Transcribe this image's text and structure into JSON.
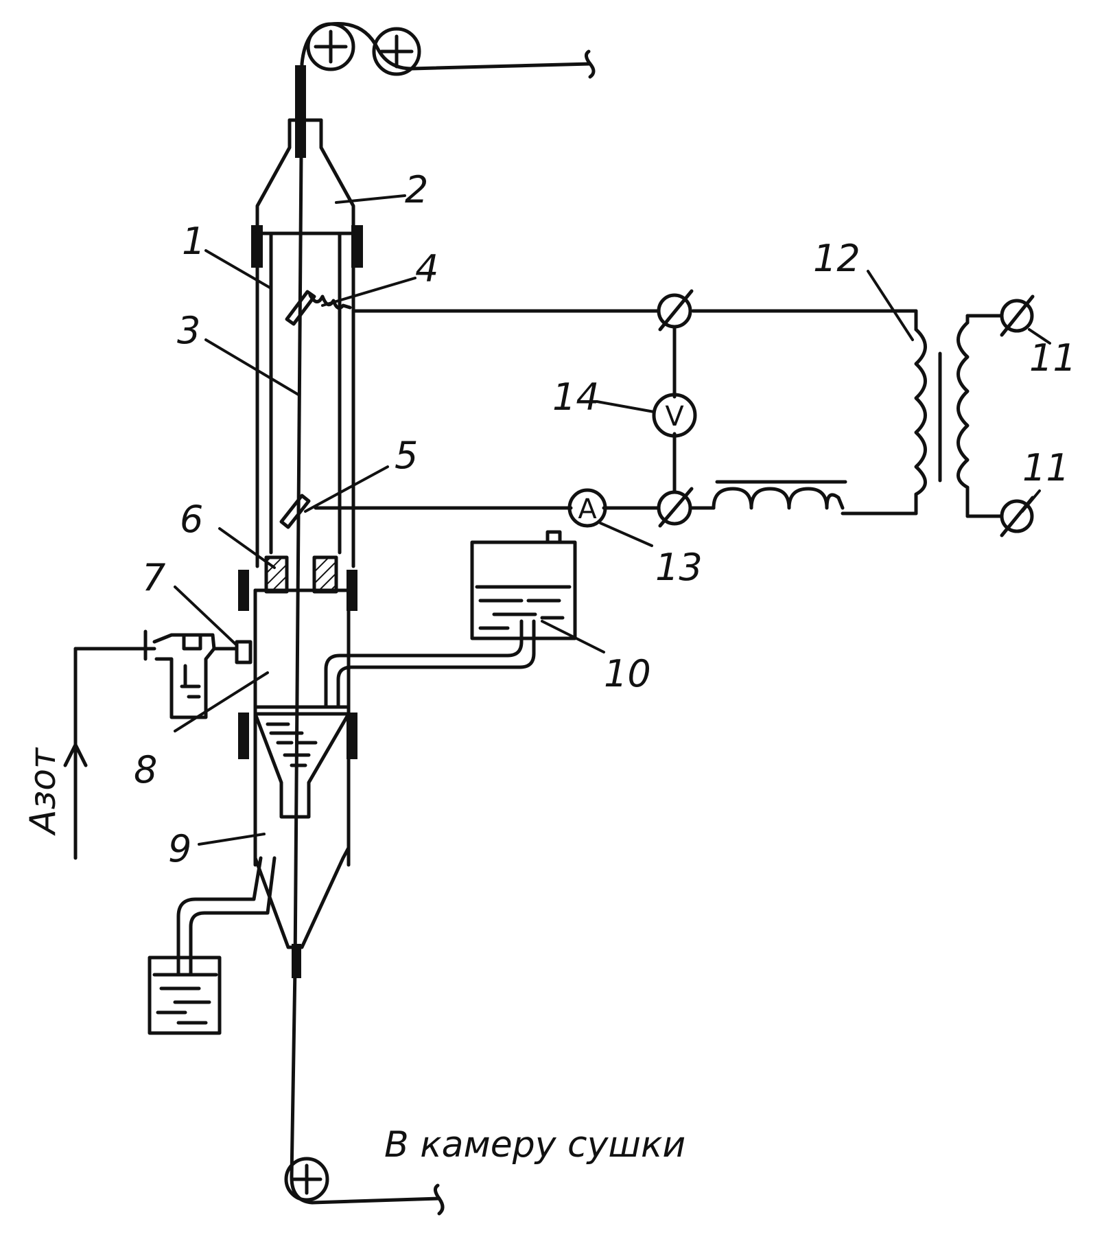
{
  "diagram": {
    "labels": {
      "l1": "1",
      "l2": "2",
      "l3": "3",
      "l4": "4",
      "l5": "5",
      "l6": "6",
      "l7": "7",
      "l8": "8",
      "l9": "9",
      "l10": "10",
      "l11a": "11",
      "l11b": "11",
      "l12": "12",
      "l13": "13",
      "l14": "14"
    },
    "meters": {
      "voltmeter": "V",
      "ammeter": "A"
    },
    "nitrogen_label": "Азот",
    "bottom_caption": "В камеру сушки"
  }
}
